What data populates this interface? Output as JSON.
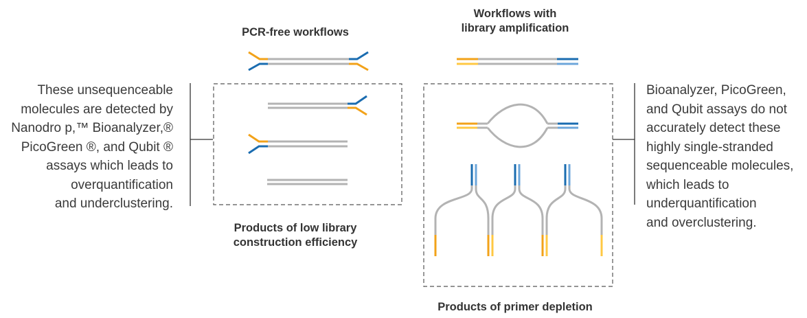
{
  "left_note": {
    "lines": [
      "These unsequenceable",
      "molecules are detected by",
      "Nanodro p,™ Bioanalyzer,®",
      "PicoGreen ®, and Qubit ®",
      "assays which leads to",
      "overquantification",
      "and underclustering."
    ]
  },
  "right_note": {
    "lines": [
      "Bioanalyzer, PicoGreen,",
      "and Qubit assays do not",
      "accurately detect these",
      "highly single-stranded",
      "sequenceable molecules,",
      "which leads to",
      "underquantification",
      "and overclustering."
    ]
  },
  "pcr_free": {
    "title": "PCR-free workflows",
    "caption_line1": "Products of low library",
    "caption_line2": "construction efficiency"
  },
  "amplification": {
    "title_line1": "Workflows with",
    "title_line2": "library amplification",
    "caption": "Products of primer depletion"
  },
  "colors": {
    "insert": "#b3b3b3",
    "adapter_orange": "#f2a219",
    "adapter_orange_light": "#ffc843",
    "adapter_blue": "#1a6cb0",
    "adapter_blue_light": "#6ca6da",
    "bracket": "#333333",
    "dashed_box": "#555555"
  }
}
